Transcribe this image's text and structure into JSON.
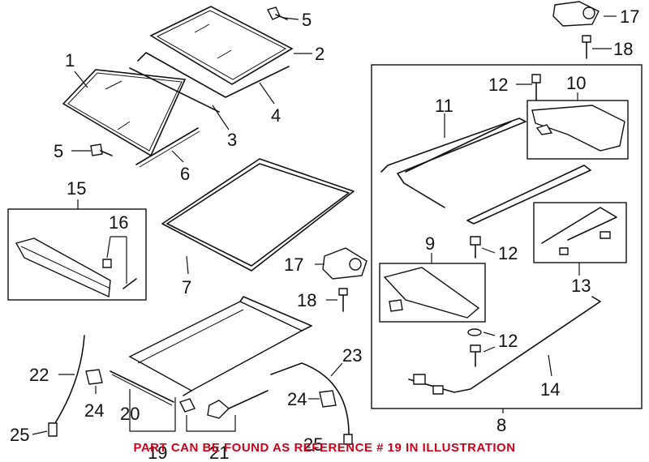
{
  "callouts": {
    "c1": "1",
    "c2": "2",
    "c3": "3",
    "c4": "4",
    "c5a": "5",
    "c5b": "5",
    "c6": "6",
    "c7": "7",
    "c8": "8",
    "c9": "9",
    "c10": "10",
    "c11": "11",
    "c12a": "12",
    "c12b": "12",
    "c12c": "12",
    "c13": "13",
    "c14": "14",
    "c15": "15",
    "c16": "16",
    "c17a": "17",
    "c17b": "17",
    "c18a": "18",
    "c18b": "18",
    "c19": "19",
    "c20": "20",
    "c21": "21",
    "c22": "22",
    "c23": "23",
    "c24a": "24",
    "c24b": "24",
    "c25a": "25",
    "c25b": "25"
  },
  "footnote": {
    "text": "PART CAN BE FOUND AS REFERENCE # 19 IN ILLUSTRATION",
    "color": "#d0021b"
  },
  "colors": {
    "line": "#111111",
    "background": "#ffffff"
  }
}
